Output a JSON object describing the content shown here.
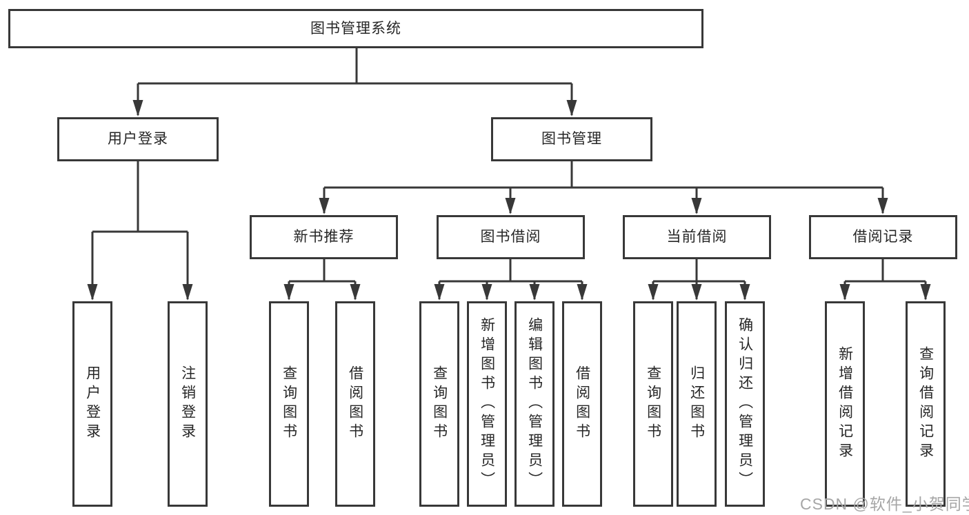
{
  "colors": {
    "line": "#383838",
    "text": "#262626",
    "background": "#ffffff",
    "watermark_color": "#a6a6a6"
  },
  "watermark": {
    "text": "CSDN @软件_小贺同学"
  },
  "tree": {
    "root": "图书管理系统",
    "branches": [
      {
        "label": "用户登录",
        "children": [
          "用户登录",
          "注销登录"
        ]
      },
      {
        "label": "图书管理",
        "children": [
          {
            "label": "新书推荐",
            "children": [
              "查询图书",
              "借阅图书"
            ]
          },
          {
            "label": "图书借阅",
            "children": [
              "查询图书",
              "新增图书（管理员）",
              "编辑图书（管理员）",
              "借阅图书"
            ]
          },
          {
            "label": "当前借阅",
            "children": [
              "查询图书",
              "归还图书",
              "确认归还（管理员）"
            ]
          },
          {
            "label": "借阅记录",
            "children": [
              "新增借阅记录",
              "查询借阅记录"
            ]
          }
        ]
      }
    ]
  }
}
